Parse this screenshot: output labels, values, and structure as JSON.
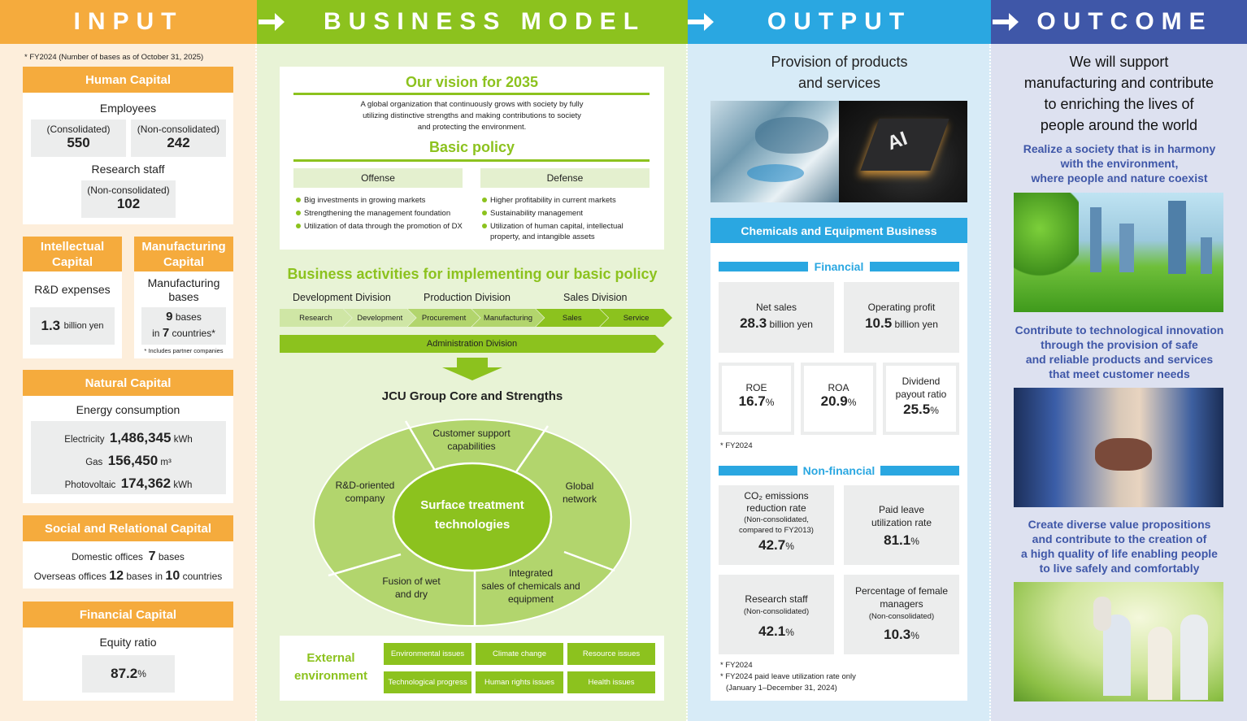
{
  "headers": {
    "input": "INPUT",
    "business_model": "BUSINESS MODEL",
    "output": "OUTPUT",
    "outcome": "OUTCOME"
  },
  "colors": {
    "input": "#f5ab3d",
    "business_model": "#8cc21e",
    "output": "#2aa7e1",
    "outcome": "#3f57a8"
  },
  "input": {
    "note": "* FY2024 (Number of bases as of October 31, 2025)",
    "human_capital": {
      "title": "Human Capital",
      "employees_label": "Employees",
      "consolidated_label": "(Consolidated)",
      "consolidated_value": "550",
      "nonconsolidated_label": "(Non-consolidated)",
      "nonconsolidated_value": "242",
      "research_label": "Research staff",
      "research_sub": "(Non-consolidated)",
      "research_value": "102"
    },
    "intellectual_capital": {
      "title_1": "Intellectual",
      "title_2": "Capital",
      "label": "R&D expenses",
      "value": "1.3",
      "unit": "billion yen"
    },
    "manufacturing_capital": {
      "title_1": "Manufacturing",
      "title_2": "Capital",
      "label_1": "Manufacturing",
      "label_2": "bases",
      "bases_value": "9",
      "bases_unit": "bases",
      "in_word": "in",
      "countries_value": "7",
      "countries_unit": "countries*",
      "footnote": "* Includes partner companies"
    },
    "natural_capital": {
      "title": "Natural Capital",
      "label": "Energy consumption",
      "rows": [
        {
          "name": "Electricity",
          "value": "1,486,345",
          "unit": "kWh"
        },
        {
          "name": "Gas",
          "value": "156,450",
          "unit": "m³"
        },
        {
          "name": "Photovoltaic",
          "value": "174,362",
          "unit": "kWh"
        }
      ]
    },
    "social_capital": {
      "title": "Social and Relational Capital",
      "domestic_label": "Domestic offices",
      "domestic_value": "7",
      "domestic_unit": "bases",
      "overseas_label": "Overseas offices",
      "overseas_value": "12",
      "overseas_unit": "bases in",
      "overseas_countries": "10",
      "overseas_countries_unit": "countries"
    },
    "financial_capital": {
      "title": "Financial Capital",
      "label": "Equity ratio",
      "value": "87.2",
      "unit": "%"
    }
  },
  "business_model": {
    "vision_title": "Our vision for 2035",
    "vision_text_1": "A global organization that continuously grows with society by fully",
    "vision_text_2": "utilizing distinctive strengths and making contributions to society",
    "vision_text_3": "and protecting the environment.",
    "basic_policy_title": "Basic policy",
    "offense": {
      "title": "Offense",
      "items": [
        "Big investments in growing markets",
        "Strengthening the management foundation",
        "Utilization of data through the promotion of DX"
      ]
    },
    "defense": {
      "title": "Defense",
      "items": [
        "Higher profitability in current markets",
        "Sustainability management",
        "Utilization of human capital, intellectual property, and intangible assets"
      ]
    },
    "activities_title": "Business activities for implementing our basic policy",
    "divisions": [
      "Development Division",
      "Production Division",
      "Sales Division"
    ],
    "steps": [
      "Research",
      "Development",
      "Procurement",
      "Manufacturing",
      "Sales",
      "Service"
    ],
    "admin_division": "Administration Division",
    "core_title": "JCU Group Core and Strengths",
    "core_center_1": "Surface treatment",
    "core_center_2": "technologies",
    "core_segments": [
      {
        "l1": "Customer support",
        "l2": "capabilities"
      },
      {
        "l1": "Global",
        "l2": "network"
      },
      {
        "l1": "Integrated",
        "l2": "sales of chemicals and",
        "l3": "equipment"
      },
      {
        "l1": "Fusion of wet",
        "l2": "and dry"
      },
      {
        "l1": "R&D-oriented",
        "l2": "company"
      }
    ],
    "external_title_1": "External",
    "external_title_2": "environment",
    "external_tags": [
      "Environmental issues",
      "Climate change",
      "Resource issues",
      "Technological progress",
      "Human rights issues",
      "Health issues"
    ]
  },
  "output": {
    "title_1": "Provision of products",
    "title_2": "and services",
    "image_chip_text": "AI",
    "business_title": "Chemicals and Equipment Business",
    "financial_title": "Financial",
    "net_sales_label": "Net sales",
    "net_sales_value": "28.3",
    "net_sales_unit": "billion yen",
    "op_profit_label": "Operating profit",
    "op_profit_value": "10.5",
    "op_profit_unit": "billion yen",
    "roe_label": "ROE",
    "roe_value": "16.7",
    "roa_label": "ROA",
    "roa_value": "20.9",
    "dividend_label_1": "Dividend",
    "dividend_label_2": "payout ratio",
    "dividend_value": "25.5",
    "pct": "%",
    "financial_note": "* FY2024",
    "nonfinancial_title": "Non-financial",
    "co2_l1": "CO₂ emissions",
    "co2_l2": "reduction rate",
    "co2_l3": "(Non-consolidated,",
    "co2_l4": "compared to FY2013)",
    "co2_value": "42.7",
    "paid_l1": "Paid leave",
    "paid_l2": "utilization rate",
    "paid_value": "81.1",
    "rs_l1": "Research staff",
    "rs_l2": "(Non-consolidated)",
    "rs_value": "42.1",
    "fm_l1": "Percentage of female",
    "fm_l2": "managers",
    "fm_l3": "(Non-consolidated)",
    "fm_value": "10.3",
    "note_1": "* FY2024",
    "note_2": "* FY2024 paid leave utilization rate only",
    "note_3": "(January 1–December 31, 2024)"
  },
  "outcome": {
    "title_1": "We will support",
    "title_2": "manufacturing and contribute",
    "title_3": "to enriching the lives of",
    "title_4": "people around the world",
    "items": [
      {
        "l1": "Realize a society that is in harmony",
        "l2": "with the environment,",
        "l3": "where people and nature coexist"
      },
      {
        "l1": "Contribute to technological innovation",
        "l2": "through the provision of safe",
        "l3": "and reliable products and services",
        "l4": "that meet customer needs"
      },
      {
        "l1": "Create diverse value propositions",
        "l2": "and contribute to the creation of",
        "l3": "a high quality of life enabling people",
        "l4": "to live safely and comfortably"
      }
    ]
  }
}
